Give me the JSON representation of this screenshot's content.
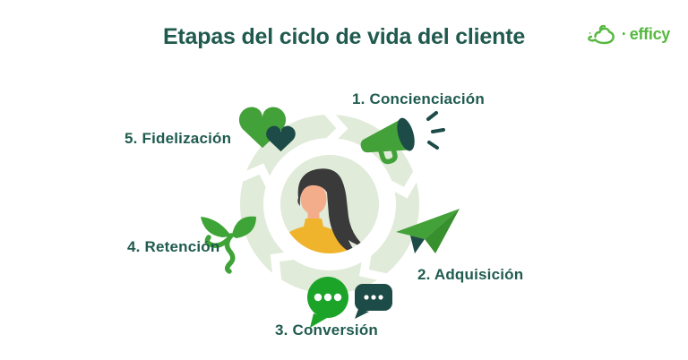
{
  "title": "Etapas del ciclo de vida del cliente",
  "logo": {
    "brand": "efficy",
    "separator": "·",
    "icon": "whale-icon"
  },
  "diagram": {
    "type": "cycle",
    "center_icon": "person-avatar",
    "direction": "clockwise",
    "stages": 5
  },
  "stages": [
    {
      "order": 1,
      "label": "1. Concienciación",
      "icon": "megaphone-icon"
    },
    {
      "order": 2,
      "label": "2. Adquisición",
      "icon": "paper-plane-icon"
    },
    {
      "order": 3,
      "label": "3. Conversión",
      "icon": "chat-bubbles-icon"
    },
    {
      "order": 4,
      "label": "4. Retención",
      "icon": "sprout-icon"
    },
    {
      "order": 5,
      "label": "5. Fidelización",
      "icon": "hearts-icon"
    }
  ],
  "colors": {
    "background": "#ffffff",
    "title_text": "#205a4e",
    "label_text": "#1f5b4f",
    "ring_pale_green": "#e1ebd9",
    "icon_green": "#43a139",
    "icon_bright_green": "#1ca428",
    "icon_dark_teal": "#1d4b47",
    "logo_green": "#55b83e",
    "person_hair": "#3a3a3a",
    "person_skin": "#f3ad8a",
    "person_sweater": "#f0b42c"
  }
}
